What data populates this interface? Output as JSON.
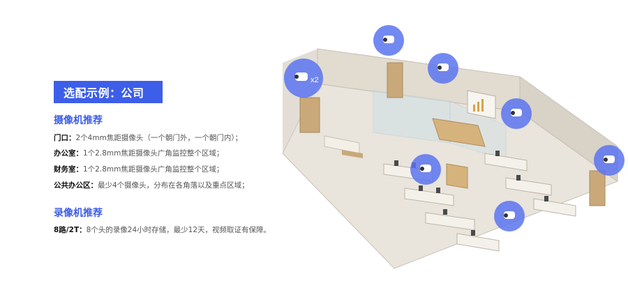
{
  "banner": {
    "title": "选配示例：公司"
  },
  "camera_section": {
    "title": "摄像机推荐",
    "items": [
      {
        "label": "门口：",
        "text": "2个4mm焦距摄像头（一个朝门外，一个朝门内）；"
      },
      {
        "label": "办公室：",
        "text": "1个2.8mm焦距摄像头广角监控整个区域；"
      },
      {
        "label": "财务室：",
        "text": "1个2.8mm焦距摄像头广角监控整个区域；"
      },
      {
        "label": "公共办公区：",
        "text": "最少4个摄像头，分布在各角落以及重点区域；"
      }
    ]
  },
  "recorder_section": {
    "title": "录像机推荐",
    "items": [
      {
        "label": "8路/2T：",
        "text": "8个头的录像24小时存储，最少12天，视频取证有保障。"
      }
    ]
  },
  "illustration": {
    "camera_badge_color": "#5a74f0",
    "multi_camera_label": "x2"
  }
}
